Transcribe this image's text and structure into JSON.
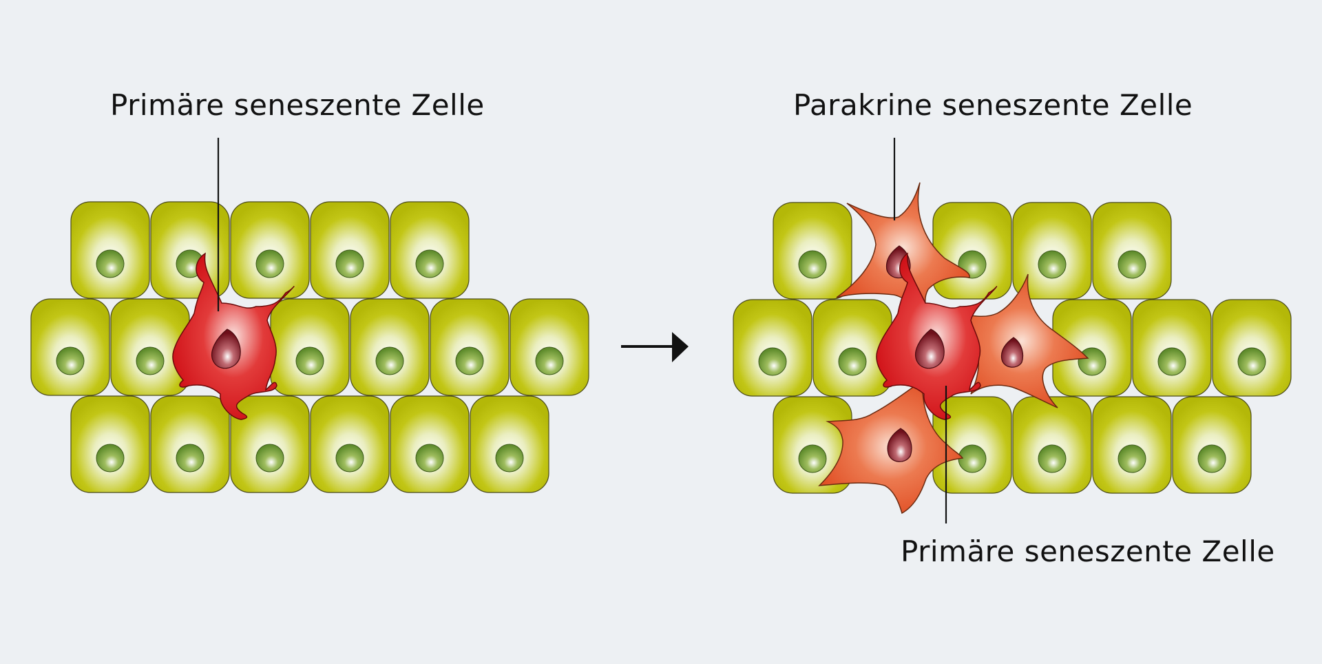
{
  "labels": {
    "left_primary": "Primäre seneszente Zelle",
    "right_paracrine": "Parakrine seneszente Zelle",
    "right_primary": "Primäre seneszente Zelle"
  },
  "colors": {
    "background": "#edf0f3",
    "healthy_cell": "#b8bc0a",
    "healthy_nucleus": "#6f9a34",
    "primary_senescent": "#d7141c",
    "paracrine_senescent": "#e4562a",
    "senescent_nucleus": "#7e1620",
    "outline": "#3a3a1a"
  },
  "icons": {
    "arrow": "right-arrow-icon"
  }
}
